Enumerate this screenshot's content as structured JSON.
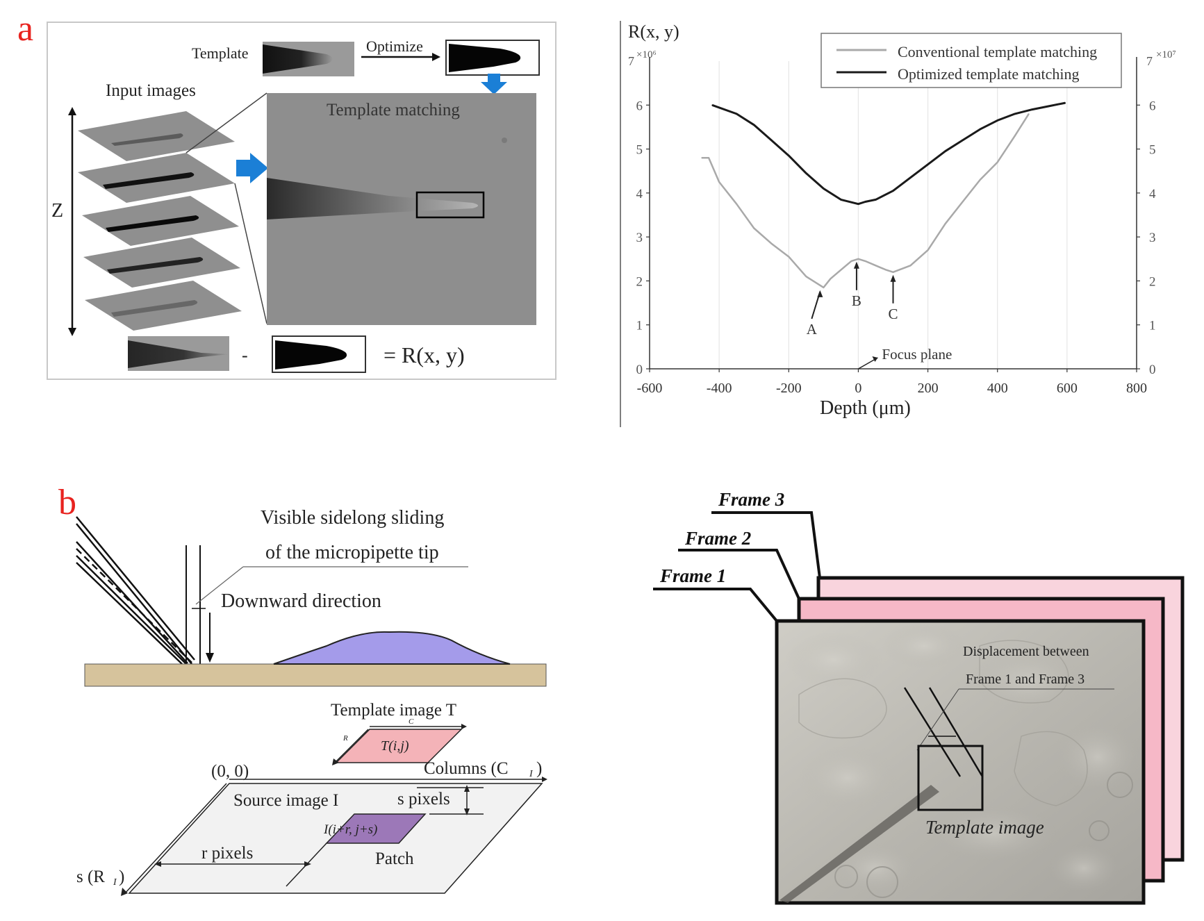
{
  "panels": {
    "a": {
      "label": "a"
    },
    "b": {
      "label": "b"
    }
  },
  "schematic_a": {
    "template_label": "Template",
    "optimize_label": "Optimize",
    "input_images_label": "Input images",
    "template_matching_label": "Template matching",
    "z_label": "Z",
    "minus_sign": "-",
    "equation": "= R(x, y)",
    "accent_color": "#1b7fd6"
  },
  "chart_data": {
    "type": "line",
    "ylabel": "R(x, y)",
    "xlabel": "Depth (μm)",
    "y_left_exponent": "7",
    "y_left_multiplier": "×10⁶",
    "y_right_exponent": "7",
    "y_right_multiplier": "×10⁷",
    "xlim": [
      -600,
      800
    ],
    "ylim": [
      0,
      7
    ],
    "x_ticks": [
      "-600",
      "-400",
      "-200",
      "0",
      "200",
      "400",
      "600",
      "800"
    ],
    "y_ticks": [
      "0",
      "1",
      "2",
      "3",
      "4",
      "5",
      "6"
    ],
    "y_right_ticks": [
      "0",
      "1",
      "2",
      "3",
      "4",
      "5",
      "6"
    ],
    "legend_position": "top-right",
    "series": [
      {
        "name": "Conventional template matching",
        "color": "#a9a9a9",
        "x": [
          -450,
          -430,
          -400,
          -350,
          -300,
          -250,
          -200,
          -150,
          -120,
          -100,
          -80,
          -50,
          -20,
          0,
          20,
          50,
          80,
          100,
          150,
          200,
          250,
          300,
          350,
          400,
          450,
          490
        ],
        "y": [
          4.8,
          4.8,
          4.25,
          3.75,
          3.2,
          2.85,
          2.55,
          2.1,
          1.95,
          1.85,
          2.05,
          2.25,
          2.45,
          2.5,
          2.45,
          2.35,
          2.25,
          2.2,
          2.35,
          2.7,
          3.3,
          3.8,
          4.3,
          4.7,
          5.3,
          5.8
        ]
      },
      {
        "name": "Optimized template matching",
        "color": "#1a1a1a",
        "x": [
          -420,
          -350,
          -300,
          -250,
          -200,
          -150,
          -100,
          -50,
          0,
          20,
          50,
          100,
          150,
          200,
          250,
          300,
          350,
          400,
          450,
          500,
          550,
          595
        ],
        "y": [
          6.0,
          5.8,
          5.55,
          5.2,
          4.85,
          4.45,
          4.1,
          3.85,
          3.75,
          3.8,
          3.85,
          4.05,
          4.35,
          4.65,
          4.95,
          5.2,
          5.45,
          5.65,
          5.8,
          5.9,
          5.98,
          6.05
        ]
      }
    ],
    "annotations": [
      {
        "text": "A",
        "x": -110,
        "y": 1.85
      },
      {
        "text": "B",
        "x": -5,
        "y": 2.5
      },
      {
        "text": "C",
        "x": 100,
        "y": 2.2
      },
      {
        "text": "Focus plane",
        "x": 0,
        "y": 0
      }
    ]
  },
  "schematic_b": {
    "sliding_label_line1": "Visible sidelong sliding",
    "sliding_label_line2": "of the micropipette tip",
    "downward_label": "Downward direction",
    "template_image_label": "Template image T",
    "template_cell_label": "T(i,j)",
    "ct_label": "C",
    "rt_label": "R",
    "origin_label": "(0, 0)",
    "columns_label": "Columns (C",
    "columns_sub": "I",
    "source_label": "Source image I",
    "s_pixels_label": "s pixels",
    "patch_formula": "I(i+r, j+s)",
    "patch_label": "Patch",
    "r_pixels_label": "r pixels",
    "rows_label": "s (R",
    "rows_sub": "I",
    "cell_color": "#a49bea",
    "substrate_color": "#d6c39c"
  },
  "frames": {
    "frame3": "Frame 3",
    "frame2": "Frame 2",
    "frame1": "Frame 1",
    "displacement_line1": "Displacement between",
    "displacement_line2": "Frame 1 and Frame 3",
    "template_image": "Template image",
    "frame_pink_color": "#f6b8c7"
  }
}
